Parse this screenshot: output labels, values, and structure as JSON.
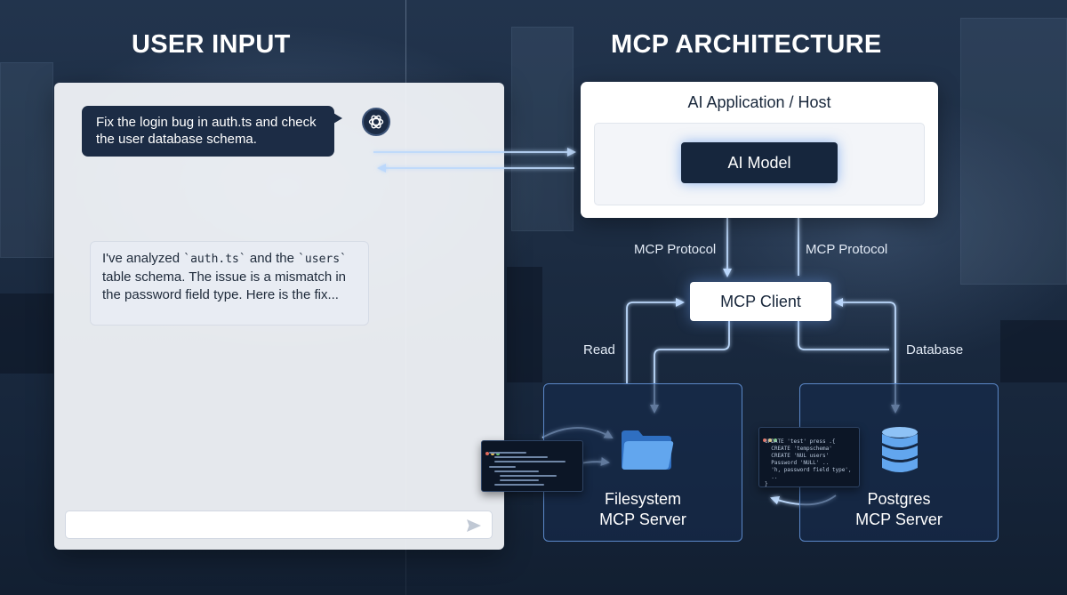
{
  "left_heading": "USER INPUT",
  "right_heading": "MCP ARCHITECTURE",
  "chat": {
    "user_message": "Fix the login bug in auth.ts and check the user database schema.",
    "assistant_message": {
      "part1": "I've analyzed ",
      "code1": "`auth.ts`",
      "part2": " and the ",
      "code2": "`users`",
      "part3": " table schema. The issue is a mismatch in the password field type. Here is the fix..."
    },
    "input_placeholder": ""
  },
  "architecture": {
    "host_title": "AI Application / Host",
    "ai_model": "AI Model",
    "protocol_label_left": "MCP Protocol",
    "protocol_label_right": "MCP Protocol",
    "client": "MCP Client",
    "read_label": "Read",
    "database_label": "Database",
    "filesystem_server": {
      "line1": "Filesystem",
      "line2": "MCP Server"
    },
    "postgres_server": {
      "line1": "Postgres",
      "line2": "MCP Server"
    },
    "postgres_code_snippet": "UPDATE 'test' press .{\n  CREATE 'tempschema'\n  CREATE 'NUL users'\n  Password 'NULL' ..\n  'h, password field type',\n  ..\n}"
  },
  "colors": {
    "dark_navy": "#1c2c45",
    "accent_blue": "#5b88c8",
    "arrow_blue": "#9cc4f5",
    "folder_blue": "#62a6ee"
  },
  "icons": [
    "assistant-logo-icon",
    "send-icon",
    "folder-icon",
    "database-icon"
  ]
}
